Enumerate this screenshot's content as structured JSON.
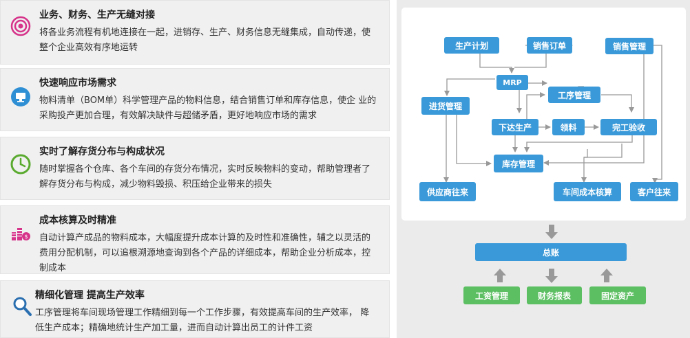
{
  "features": [
    {
      "title": "业务、财务、生产无缝对接",
      "desc": "将各业务流程有机地连接在一起，进销存、生产、财务信息无缝集成，自动传递，使整个企业高效有序地运转",
      "icon": "target-icon"
    },
    {
      "title": "快速响应市场需求",
      "desc": "物料清单（BOM单）科学管理产品的物料信息，结合销售订单和库存信息，使企 业的采购投产更加合理，有效解决缺件与超储矛盾，更好地响应市场的需求",
      "icon": "monitor-icon"
    },
    {
      "title": "实时了解存货分布与构成状况",
      "desc": "随时掌握各个仓库、各个车间的存货分布情况，实时反映物料的变动，帮助管理者了解存货分布与构成，减少物料毁损、积压给企业带来的损失",
      "icon": "clock-icon"
    },
    {
      "title": "成本核算及时精准",
      "desc": "自动计算产成品的物料成本，大幅度提升成本计算的及时性和准确性，辅之以灵活的费用分配机制，可以追根溯源地查询到各个产品的详细成本，帮助企业分析成本，控制成本",
      "icon": "coins-icon"
    },
    {
      "title": "精细化管理 提高生产效率",
      "desc": "工序管理将车间现场管理工作精细到每一个工作步骤，有效提高车间的生产效率， 降低生产成本；精确地统计生产加工量，进而自动计算出员工的计件工资",
      "icon": "magnifier-icon"
    }
  ],
  "diagram": {
    "production_plan": "生产计划",
    "sales_order": "销售订单",
    "sales_mgmt": "销售管理",
    "mrp": "MRP",
    "purchase_mgmt": "进货管理",
    "process_mgmt": "工序管理",
    "issue_production": "下达生产",
    "material_pick": "领料",
    "completion_check": "完工验收",
    "inventory_mgmt": "库存管理",
    "supplier": "供应商往来",
    "workshop_cost": "车间成本核算",
    "customer": "客户往来"
  },
  "ledger": {
    "general_ledger": "总账",
    "payroll": "工资管理",
    "financial_reports": "财务报表",
    "fixed_assets": "固定资产"
  },
  "colors": {
    "node_blue": "#3a9ad9",
    "node_green": "#5cbf62",
    "panel_bg": "#ebebeb",
    "feature_bg": "#f0f0f0",
    "arrow_gray": "#999999"
  }
}
